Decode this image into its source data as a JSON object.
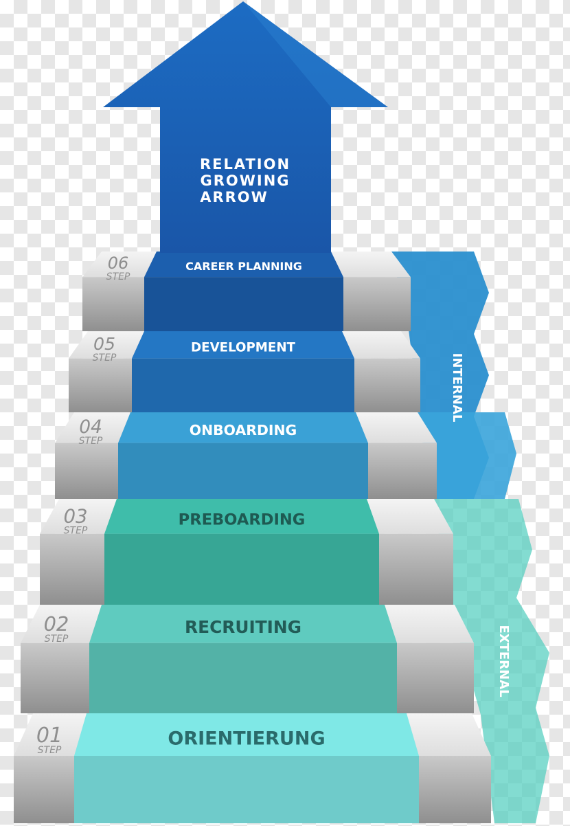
{
  "arrow": {
    "title_lines": [
      "RELATION",
      "GROWING",
      "ARROW"
    ]
  },
  "side_labels": {
    "internal": "INTERNAL",
    "external": "EXTERNAL"
  },
  "steps": [
    {
      "number": "01",
      "step_word": "STEP",
      "label": "ORIENTIERUNG",
      "color": "#7fe8e6",
      "text_color": "#2a6b6b"
    },
    {
      "number": "02",
      "step_word": "STEP",
      "label": "RECRUITING",
      "color": "#5fcbbf",
      "text_color": "#225c57"
    },
    {
      "number": "03",
      "step_word": "STEP",
      "label": "PREBOARDING",
      "color": "#3fbdaa",
      "text_color": "#1e5a52"
    },
    {
      "number": "04",
      "step_word": "STEP",
      "label": "ONBOARDING",
      "color": "#3aa1d6",
      "text_color": "#ffffff"
    },
    {
      "number": "05",
      "step_word": "STEP",
      "label": "DEVELOPMENT",
      "color": "#2477c4",
      "text_color": "#ffffff"
    },
    {
      "number": "06",
      "step_word": "STEP",
      "label": "CAREER PLANNING",
      "color": "#1c5fae",
      "text_color": "#ffffff"
    }
  ],
  "colors": {
    "arrow": "#1f6fc0",
    "arrow_dark": "#1757a0",
    "internal_band": "#2a8fcf",
    "external_band": "#4ecdbd",
    "step_gray": "#e8e8e8",
    "step_gray_dark": "#9a9a9a"
  }
}
